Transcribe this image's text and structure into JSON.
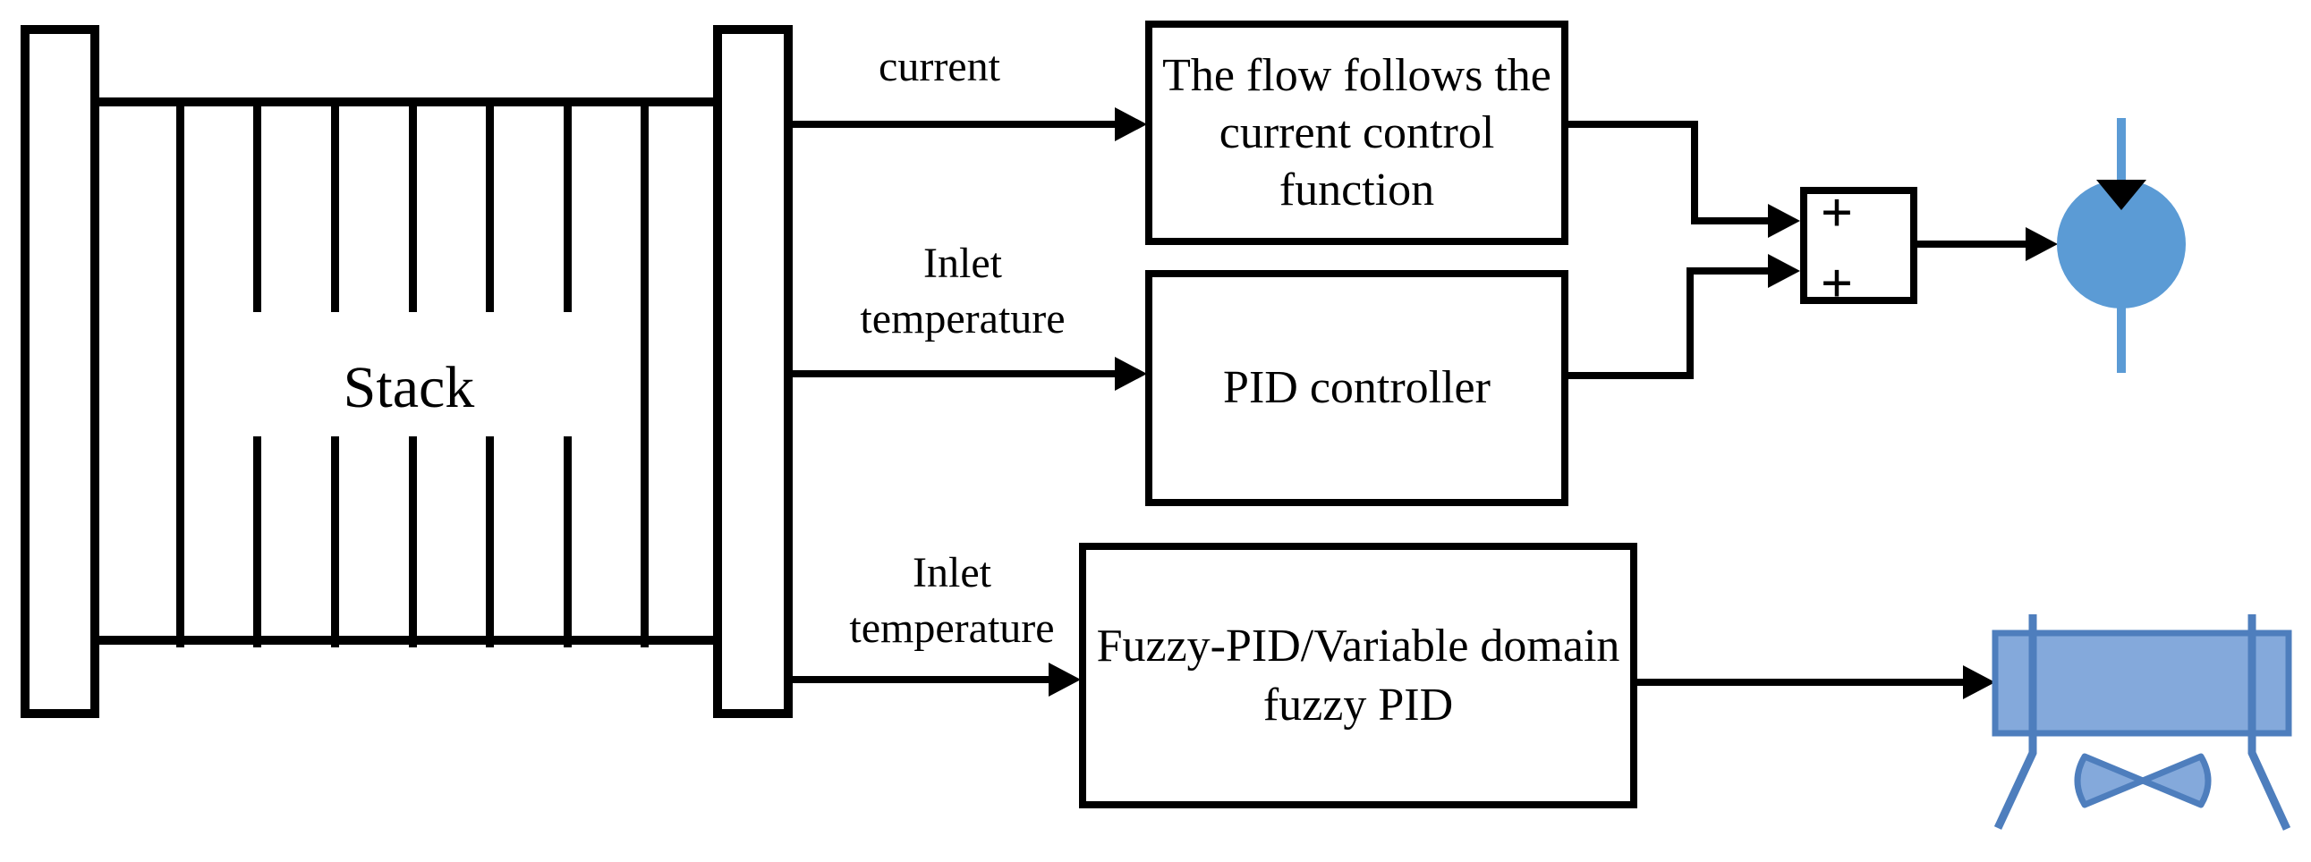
{
  "diagram": {
    "stack": {
      "label": "Stack"
    },
    "inputs": {
      "current_label": "current",
      "inlet_temperature_top": {
        "line1": "Inlet",
        "line2": "temperature"
      },
      "inlet_temperature_bottom": {
        "line1": "Inlet",
        "line2": "temperature"
      }
    },
    "blocks": {
      "flow_function": {
        "line1": "The flow follows the",
        "line2": "current control",
        "line3": "function"
      },
      "pid": {
        "label": "PID controller"
      },
      "fuzzy": {
        "line1": "Fuzzy-PID/Variable domain",
        "line2": "fuzzy PID"
      },
      "summing": {
        "plus_top": "+",
        "plus_bottom": "+"
      }
    },
    "icons": {
      "pump": "pump-icon",
      "heat_exchanger": "heat-exchanger-icon",
      "fan": "fan-icon"
    },
    "colors": {
      "line": "#000000",
      "pump_fill": "#5B9BD5",
      "exchanger_fill": "#84A9DB",
      "exchanger_stroke": "#4E7EBD"
    }
  }
}
